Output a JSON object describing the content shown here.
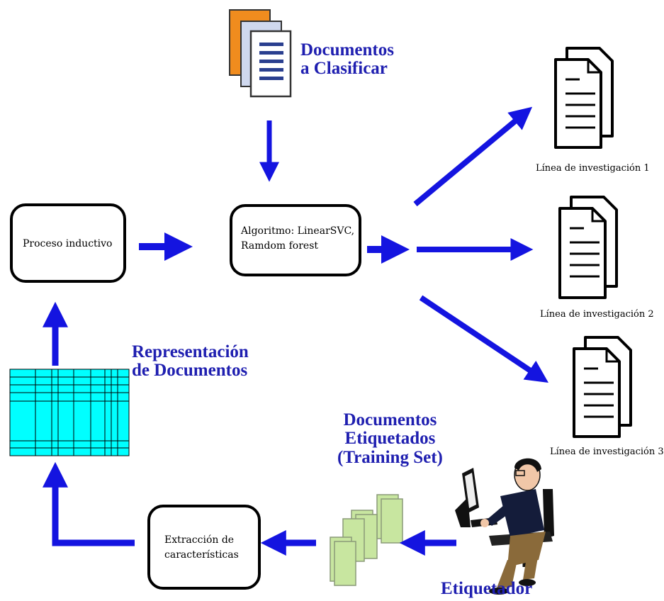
{
  "colors": {
    "arrow": "#1414e0",
    "label": "#1f1fb0",
    "grid_fill": "#00ffff",
    "doc_sheet": "#c8e6a0",
    "doc_orange": "#f08c1e"
  },
  "documents_to_classify": {
    "line1": "Documentos",
    "line2": "a Clasificar"
  },
  "proceso": {
    "label": "Proceso inductivo"
  },
  "algoritmo": {
    "line1": "Algoritmo: LinearSVC,",
    "line2": "Ramdom forest"
  },
  "representacion": {
    "line1": "Representación",
    "line2": "de Documentos"
  },
  "etiquetados": {
    "line1": "Documentos",
    "line2": "Etiquetados",
    "line3": "(Training Set)"
  },
  "extraccion": {
    "line1": "Extracción de",
    "line2": "características"
  },
  "etiquetador": {
    "label": "Etiquetador"
  },
  "outputs": [
    {
      "label": "Línea de investigación 1",
      "icon": "document-stack-icon"
    },
    {
      "label": "Línea de investigación 2",
      "icon": "document-stack-icon"
    },
    {
      "label": "Línea de investigación 3",
      "icon": "document-stack-icon"
    }
  ]
}
